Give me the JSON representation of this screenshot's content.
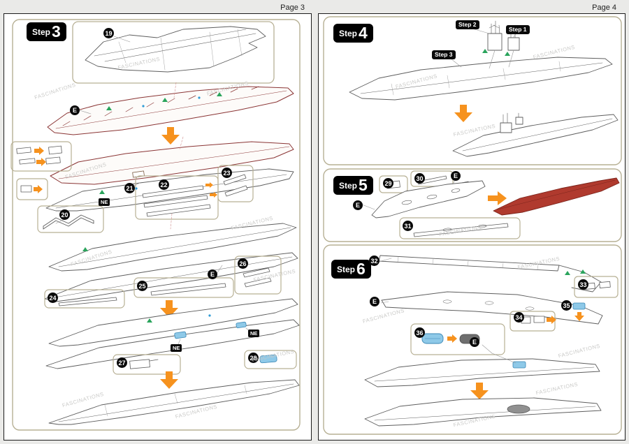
{
  "watermark": "FASCINATIONS",
  "page3": {
    "label": "Page 3",
    "step": {
      "word": "Step",
      "num": "3"
    },
    "parts": {
      "p19": "19",
      "p20": "20",
      "p21": "21",
      "p22": "22",
      "p23": "23",
      "p24": "24",
      "p25": "25",
      "p26": "26",
      "p27": "27",
      "p28": "28"
    },
    "tags": {
      "e": "E",
      "ne": "NE"
    }
  },
  "page4": {
    "label": "Page 4",
    "steps": {
      "s4": {
        "word": "Step",
        "num": "4"
      },
      "s5": {
        "word": "Step",
        "num": "5"
      },
      "s6": {
        "word": "Step",
        "num": "6"
      }
    },
    "mini_steps": {
      "s1": "Step 1",
      "s2": "Step 2",
      "s3": "Step 3"
    },
    "parts": {
      "p29": "29",
      "p30": "30",
      "p31": "31",
      "p32": "32",
      "p33": "33",
      "p34": "34",
      "p35": "35",
      "p36": "36"
    },
    "tags": {
      "e": "E"
    }
  }
}
